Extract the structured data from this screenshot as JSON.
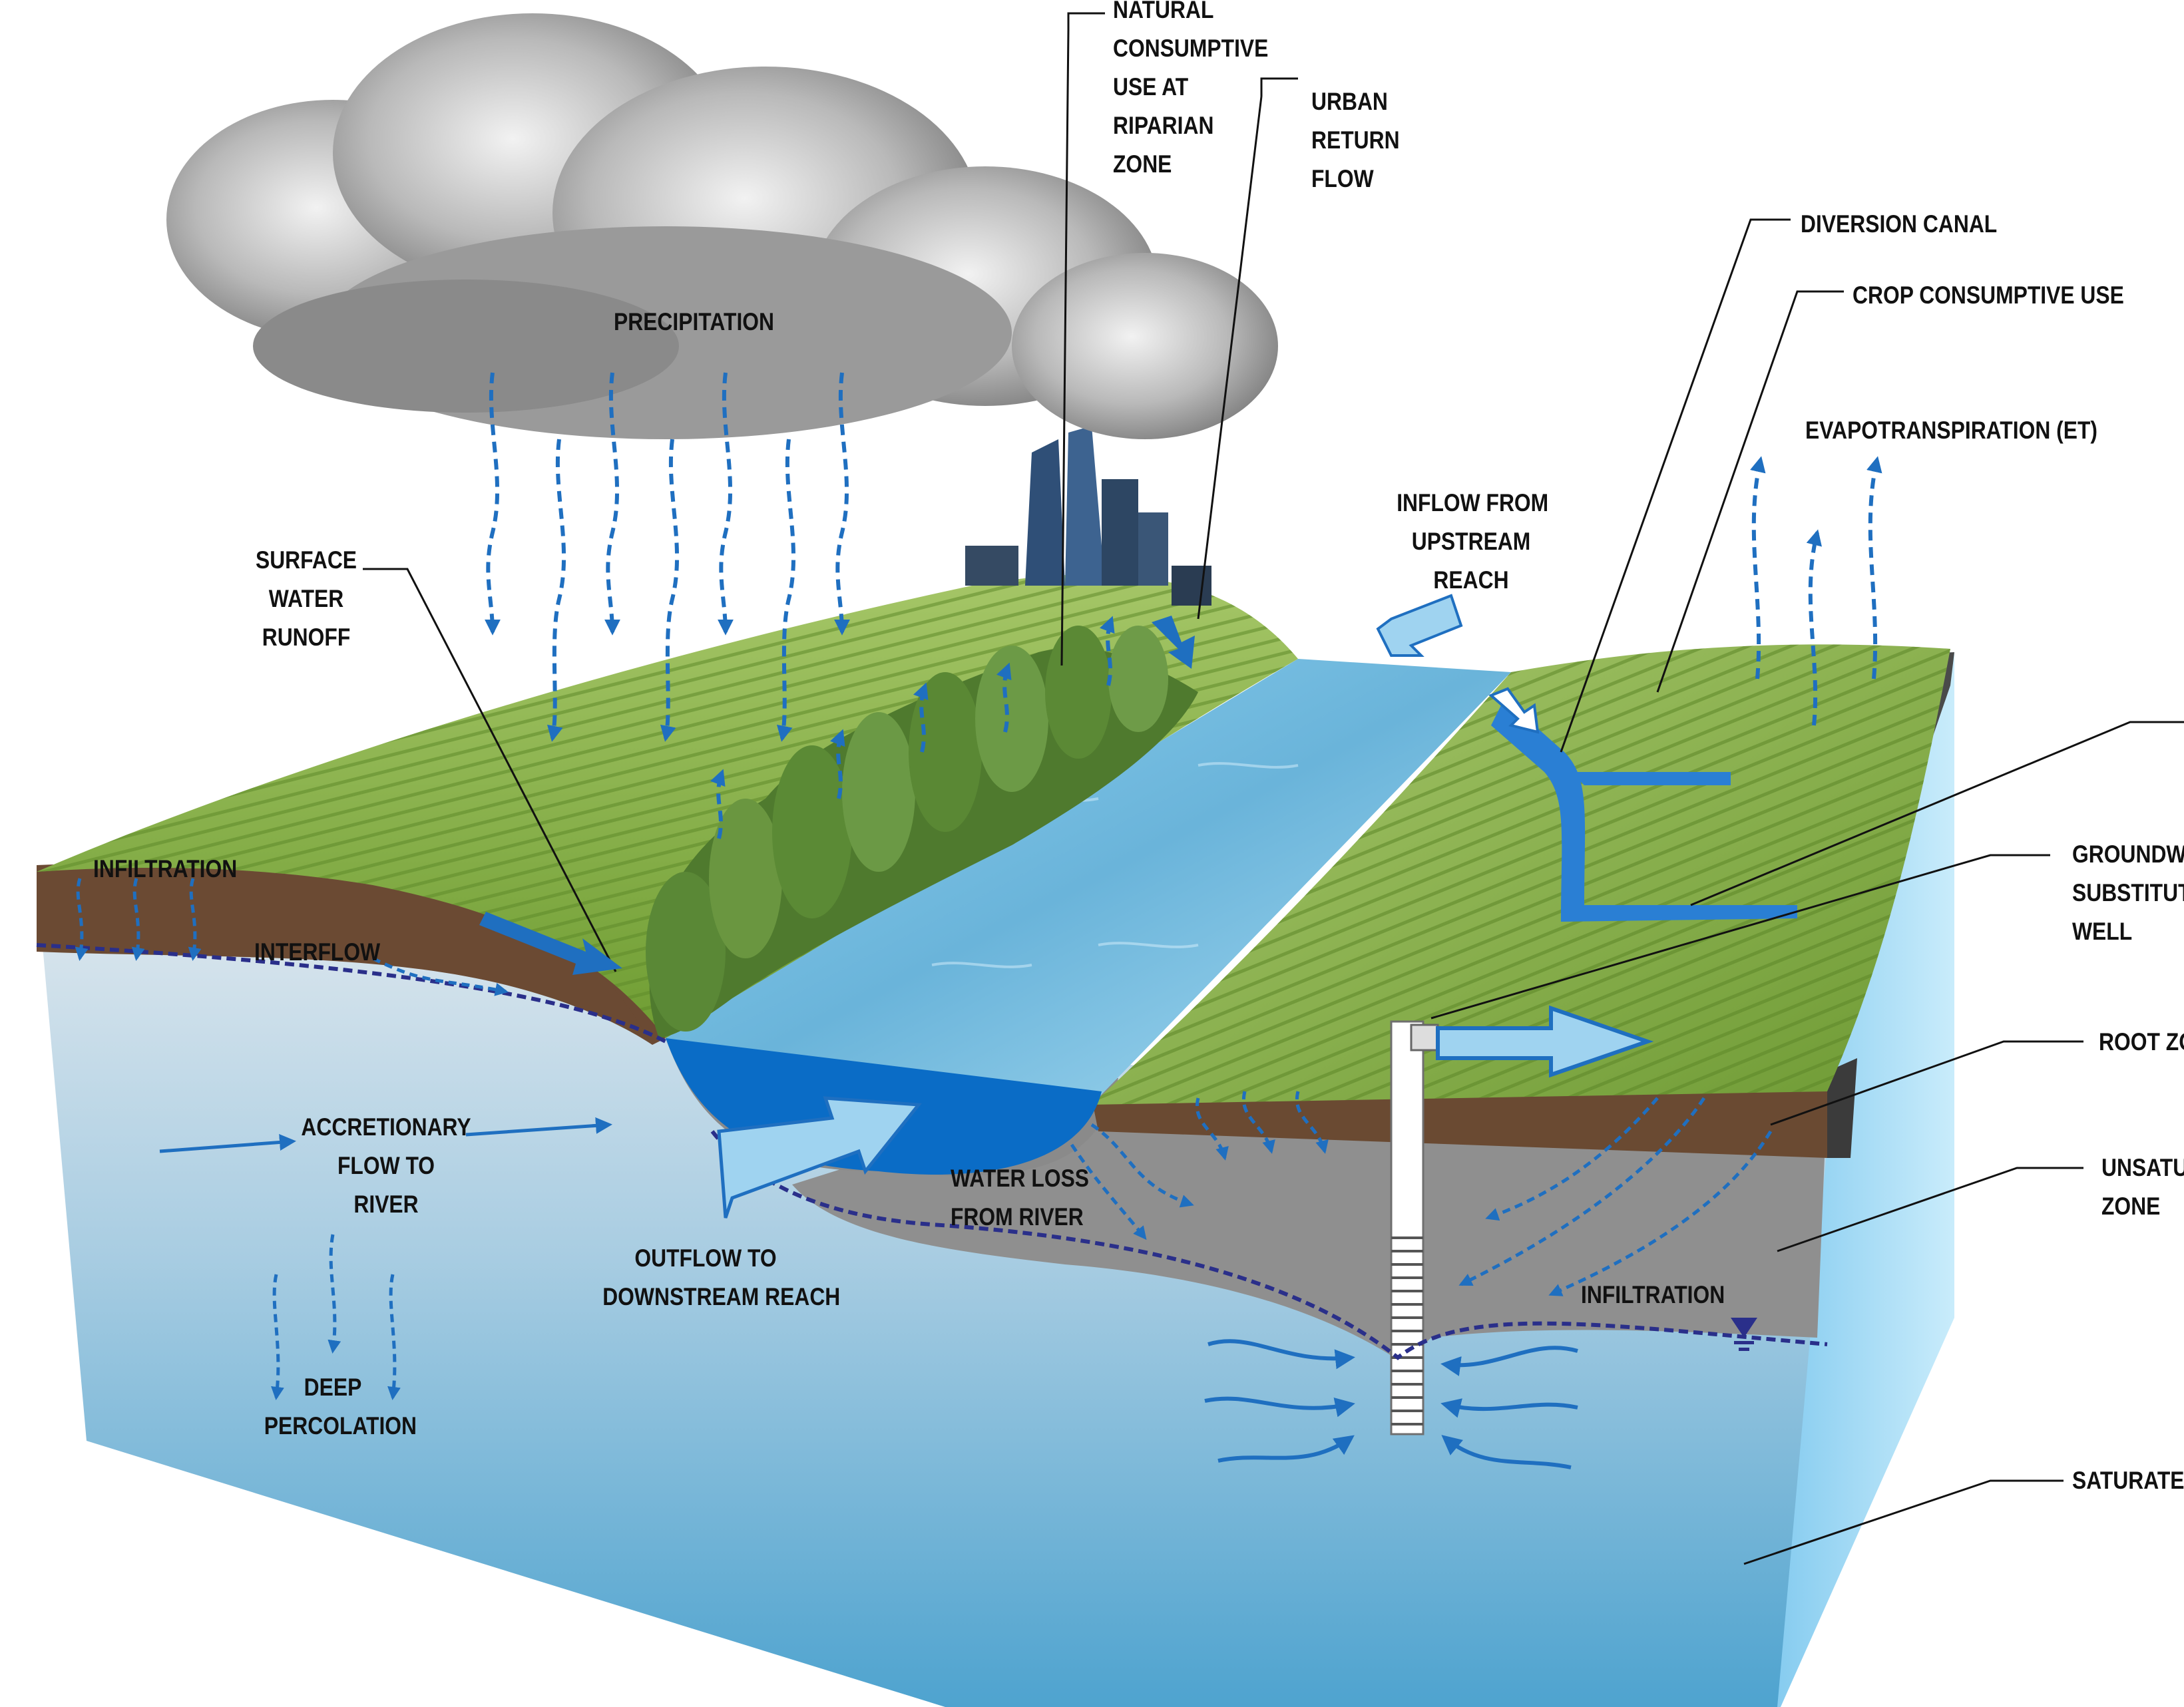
{
  "labels": {
    "natural_consumptive_use": [
      "NATURAL",
      "CONSUMPTIVE",
      "USE AT",
      "RIPARIAN",
      "ZONE"
    ],
    "urban_return_flow": [
      "URBAN",
      "RETURN",
      "FLOW"
    ],
    "diversion_canal": "DIVERSION CANAL",
    "crop_consumptive_use": "CROP CONSUMPTIVE USE",
    "evapotranspiration": "EVAPOTRANSPIRATION (ET)",
    "precipitation": "PRECIPITATION",
    "inflow_upstream": [
      "INFLOW FROM",
      "UPSTREAM",
      "REACH"
    ],
    "surface_water_runoff": [
      "SURFACE",
      "WATER",
      "RUNOFF"
    ],
    "infiltration_left": "INFILTRATION",
    "interflow": "INTERFLOW",
    "groundwater_well": [
      "GROUNDWATER",
      "SUBSTITUTION",
      "WELL"
    ],
    "root_zone": "ROOT ZONE",
    "accretionary_flow": [
      "ACCRETIONARY",
      "FLOW TO",
      "RIVER"
    ],
    "water_loss": [
      "WATER LOSS",
      "FROM RIVER"
    ],
    "unsaturated_zone": [
      "UNSATURATED",
      "ZONE"
    ],
    "outflow_downstream": [
      "OUTFLOW TO",
      "DOWNSTREAM REACH"
    ],
    "infiltration_right": "INFILTRATION",
    "deep_percolation": [
      "DEEP",
      "PERCOLATION"
    ],
    "saturated_zone": "SATURATED ZONE"
  },
  "colors": {
    "flow_arrow": "#1f6fc0",
    "light_arrow": "#9fd3f0",
    "river": "#6fb8de",
    "field_green": "#8fb84a",
    "soil": "#6b4a33",
    "unsaturated": "#8e8e8e",
    "saturated_top": "#d6e3ec",
    "saturated_bottom": "#5aa9d3",
    "water_table": "#2a2f8a"
  }
}
